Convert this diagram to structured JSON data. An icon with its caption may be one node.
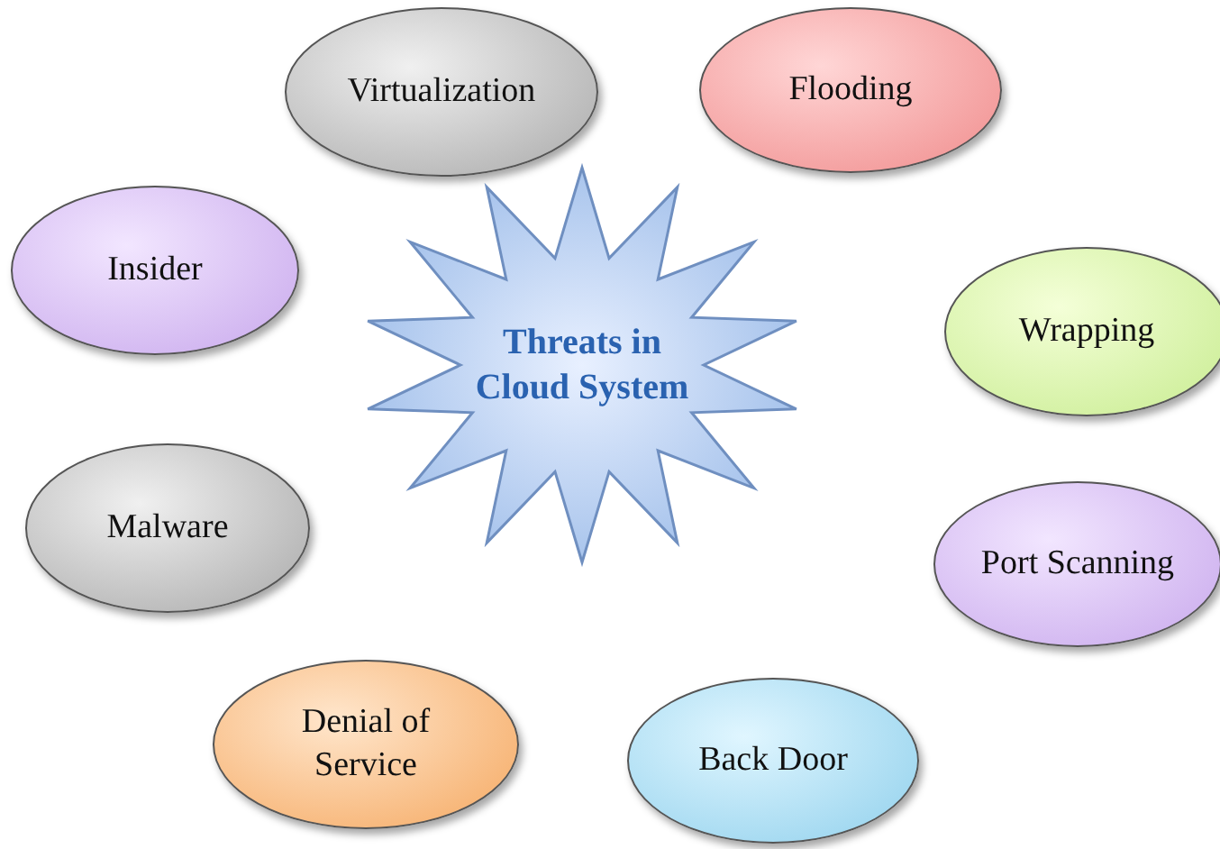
{
  "diagram": {
    "nodes": [
      {
        "text": [
          "Virtualization"
        ]
      },
      {
        "text": [
          "Flooding"
        ]
      },
      {
        "text": [
          "Insider"
        ]
      },
      {
        "text": [
          "Threats in Cloud System"
        ]
      },
      {
        "text": [
          "Wrapping"
        ]
      },
      {
        "text": [
          "Malware"
        ]
      },
      {
        "text": [
          "Port Scanning"
        ]
      },
      {
        "text": [
          "Denial of Service"
        ]
      },
      {
        "text": [
          "Back Door"
        ]
      }
    ],
    "edges": []
  }
}
